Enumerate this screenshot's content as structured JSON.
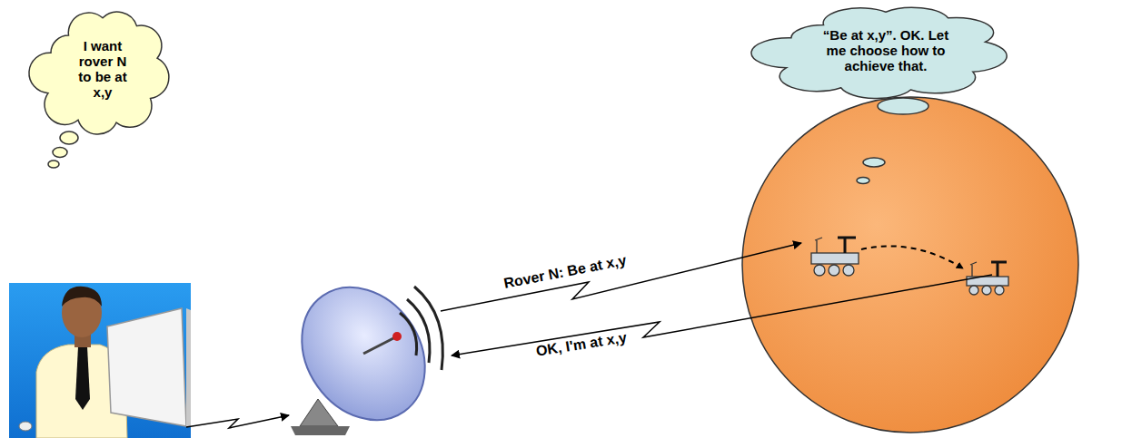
{
  "diagram": {
    "nodes": [
      {
        "text": [
          "I want rover N to be at x,y"
        ]
      },
      {
        "text": [
          "“Be at x,y”. OK. Let me choose how to achieve that."
        ]
      }
    ],
    "labels": [
      "Rover N: Be at x,y",
      "OK, I'm at x,y"
    ]
  }
}
